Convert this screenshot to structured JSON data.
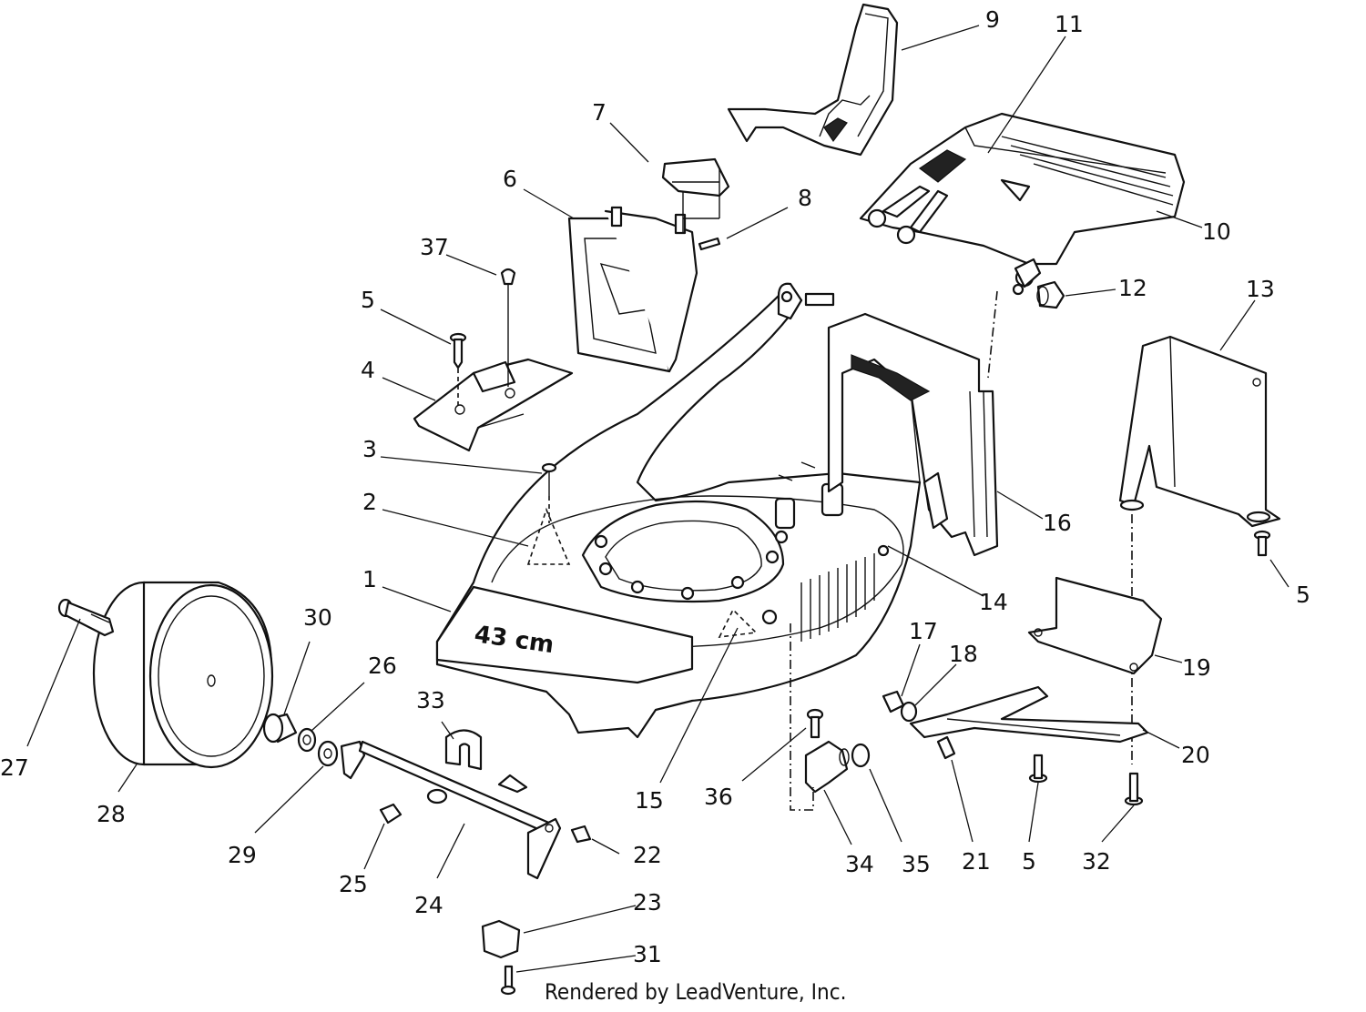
{
  "diagram": {
    "deck_marking": "43 cm",
    "credit": "Rendered by LeadVenture, Inc.",
    "callouts": [
      {
        "id": "1",
        "label": "1"
      },
      {
        "id": "2",
        "label": "2"
      },
      {
        "id": "3",
        "label": "3"
      },
      {
        "id": "4",
        "label": "4"
      },
      {
        "id": "5a",
        "label": "5"
      },
      {
        "id": "5b",
        "label": "5"
      },
      {
        "id": "5c",
        "label": "5"
      },
      {
        "id": "6",
        "label": "6"
      },
      {
        "id": "7",
        "label": "7"
      },
      {
        "id": "8",
        "label": "8"
      },
      {
        "id": "9",
        "label": "9"
      },
      {
        "id": "10",
        "label": "10"
      },
      {
        "id": "11",
        "label": "11"
      },
      {
        "id": "12",
        "label": "12"
      },
      {
        "id": "13",
        "label": "13"
      },
      {
        "id": "14",
        "label": "14"
      },
      {
        "id": "15",
        "label": "15"
      },
      {
        "id": "16",
        "label": "16"
      },
      {
        "id": "17",
        "label": "17"
      },
      {
        "id": "18",
        "label": "18"
      },
      {
        "id": "19",
        "label": "19"
      },
      {
        "id": "20",
        "label": "20"
      },
      {
        "id": "21",
        "label": "21"
      },
      {
        "id": "22",
        "label": "22"
      },
      {
        "id": "23",
        "label": "23"
      },
      {
        "id": "24",
        "label": "24"
      },
      {
        "id": "25",
        "label": "25"
      },
      {
        "id": "26",
        "label": "26"
      },
      {
        "id": "27",
        "label": "27"
      },
      {
        "id": "28",
        "label": "28"
      },
      {
        "id": "29",
        "label": "29"
      },
      {
        "id": "30",
        "label": "30"
      },
      {
        "id": "31",
        "label": "31"
      },
      {
        "id": "32",
        "label": "32"
      },
      {
        "id": "33",
        "label": "33"
      },
      {
        "id": "34",
        "label": "34"
      },
      {
        "id": "35",
        "label": "35"
      },
      {
        "id": "36",
        "label": "36"
      },
      {
        "id": "37",
        "label": "37"
      }
    ]
  }
}
